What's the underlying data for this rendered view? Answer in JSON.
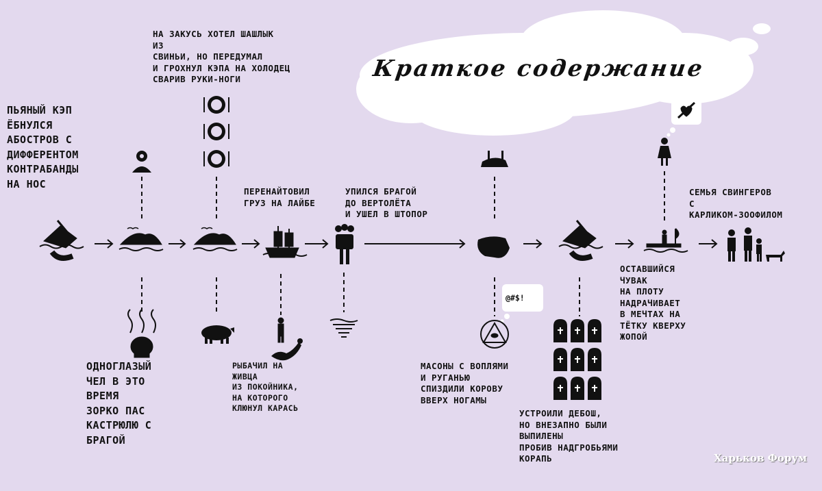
{
  "title": "Краткое содержание",
  "watermark": "Харьков Форум",
  "captions": {
    "drunk_cap": "Пьяный кэп\nёбнулся\nабостров с\nдифферентом\nконтрабанды\nна нос",
    "one_eye": "Одноглазый\nчел в это\nвремя\nзорко пас\nкастрюлю с\nбрагой",
    "shashlik": "На закусь хотел шашлык\nиз\nсвиньи, но передумал\nи грохнул кэпа на холодец\nсварив руки-ноги",
    "reload": "Перенайтовил\nгруз на лайбе",
    "fisher": "Рыбачил на\nживца\nиз покойника,\nна которого\nклюнул карась",
    "drunk_brew": "Упился брагой\nдо вертолёта\nи ушел в штопор",
    "masons": "Масоны с воплями\nи руганью\nспиздили корову\nвверх ногамы",
    "riot": "Устроили дебош,\nно внезапно были\nвыпилены\nпробив надгробьями\nкорапь",
    "raft": "Оставшийся\nчувак\nна плоту\nнадрачивает\nв мечтах на\nтётку кверху\nжопой",
    "family": "Семья свингеров\nс\nкарликом-зоофилом"
  },
  "swear_bubble": "@#$!"
}
